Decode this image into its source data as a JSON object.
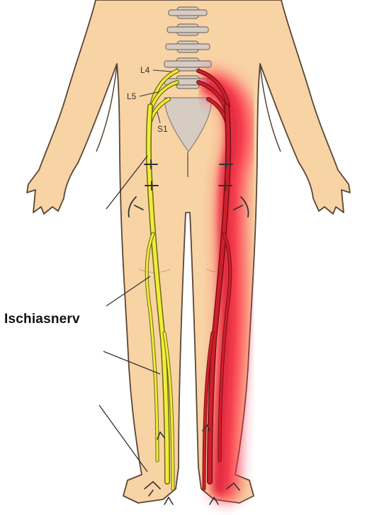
{
  "labels": {
    "l4": "L4",
    "l5": "L5",
    "s1": "S1",
    "nerve": "Ischiasnerv"
  },
  "colors": {
    "skin": "#f8d3a4",
    "skin_outline": "#5a4636",
    "bone": "#d6ccc2",
    "nerve_healthy": "#f1ec3a",
    "nerve_pain": "#cf1f2b",
    "pain_glow": "#ff2a45",
    "pointer": "#333333"
  },
  "icons": {
    "body": "human-body-back-view",
    "spine": "lumbar-spine",
    "sacrum": "sacrum-bone"
  }
}
